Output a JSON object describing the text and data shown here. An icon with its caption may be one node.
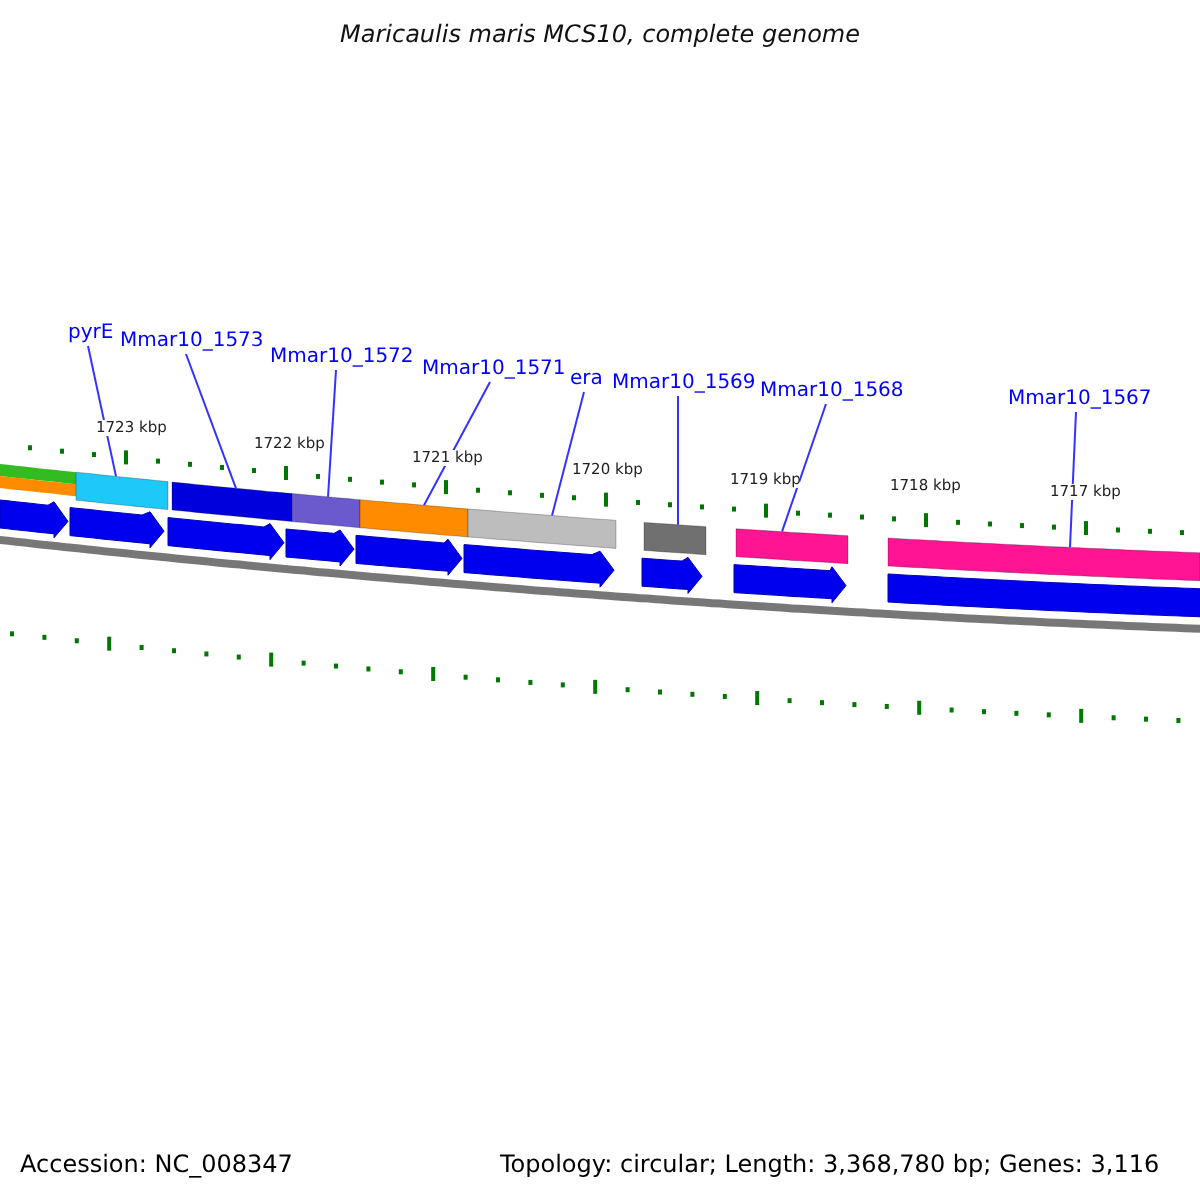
{
  "diagram": {
    "title": "Maricaulis maris MCS10, complete genome",
    "nodes": [
      {
        "text": [
          "pyrE"
        ]
      },
      {
        "text": [
          "Mmar10_1573"
        ]
      },
      {
        "text": [
          "Mmar10_1572"
        ]
      },
      {
        "text": [
          "Mmar10_1571"
        ]
      },
      {
        "text": [
          "era"
        ]
      },
      {
        "text": [
          "Mmar10_1569"
        ]
      },
      {
        "text": [
          "Mmar10_1568"
        ]
      },
      {
        "text": [
          "Mmar10_1567"
        ]
      },
      {
        "text": [],
        "shape": "bar"
      },
      {
        "text": [],
        "shape": "bar"
      },
      {
        "text": [],
        "shape": "bar"
      },
      {
        "text": [],
        "shape": "bar"
      },
      {
        "text": [],
        "shape": "bar"
      },
      {
        "text": [],
        "shape": "bar"
      },
      {
        "text": [],
        "shape": "bar"
      },
      {
        "text": [],
        "shape": "bar"
      }
    ],
    "edges": [
      {
        "from": 0,
        "to": 8,
        "arrow": "none"
      },
      {
        "from": 1,
        "to": 9,
        "arrow": "none"
      },
      {
        "from": 2,
        "to": 10,
        "arrow": "none"
      },
      {
        "from": 3,
        "to": 11,
        "arrow": "none"
      },
      {
        "from": 4,
        "to": 12,
        "arrow": "none"
      },
      {
        "from": 5,
        "to": 13,
        "arrow": "none"
      },
      {
        "from": 6,
        "to": 14,
        "arrow": "none"
      },
      {
        "from": 7,
        "to": 15,
        "arrow": "none"
      }
    ],
    "labels": [
      "1723 kbp",
      "1722 kbp",
      "1721 kbp",
      "1720 kbp",
      "1719 kbp",
      "1718 kbp",
      "1717 kbp",
      "Accession: NC_008347",
      "Topology: circular; Length: 3,368,780 bp; Genes: 3,116"
    ]
  }
}
